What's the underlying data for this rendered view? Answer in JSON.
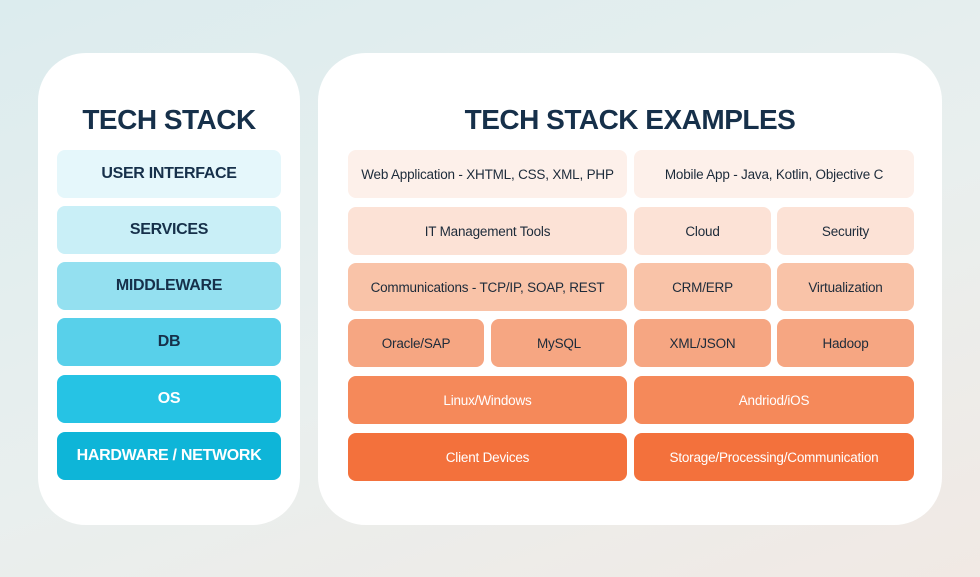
{
  "left": {
    "title": "TECH STACK",
    "layers": [
      {
        "label": "USER INTERFACE",
        "color": "#e5f7fb"
      },
      {
        "label": "SERVICES",
        "color": "#c9eff7"
      },
      {
        "label": "MIDDLEWARE",
        "color": "#94e0f0"
      },
      {
        "label": "DB",
        "color": "#58d0ea"
      },
      {
        "label": "OS",
        "color": "#26c3e4"
      },
      {
        "label": "HARDWARE / NETWORK",
        "color": "#0eb5d8"
      }
    ]
  },
  "right": {
    "title": "TECH STACK EXAMPLES",
    "row1": {
      "web_app": "Web Application - XHTML, CSS, XML, PHP",
      "mobile_app": "Mobile App - Java, Kotlin, Objective C",
      "color": "#fdf0ea"
    },
    "row2": {
      "it_management": "IT Management Tools",
      "cloud": "Cloud",
      "security": "Security",
      "color": "#fce2d6"
    },
    "row3": {
      "communications": "Communications - TCP/IP, SOAP, REST",
      "crm_erp": "CRM/ERP",
      "virtualization": "Virtualization",
      "color": "#f9c3a8"
    },
    "row4": {
      "oracle_sap": "Oracle/SAP",
      "mysql": "MySQL",
      "xml_json": "XML/JSON",
      "hadoop": "Hadoop",
      "color": "#f6a682"
    },
    "row5": {
      "linux_windows": "Linux/Windows",
      "android_ios": "Andriod/iOS",
      "color": "#f5895a"
    },
    "row6": {
      "client_devices": "Client Devices",
      "storage": "Storage/Processing/Communication",
      "color": "#f3713c"
    }
  }
}
